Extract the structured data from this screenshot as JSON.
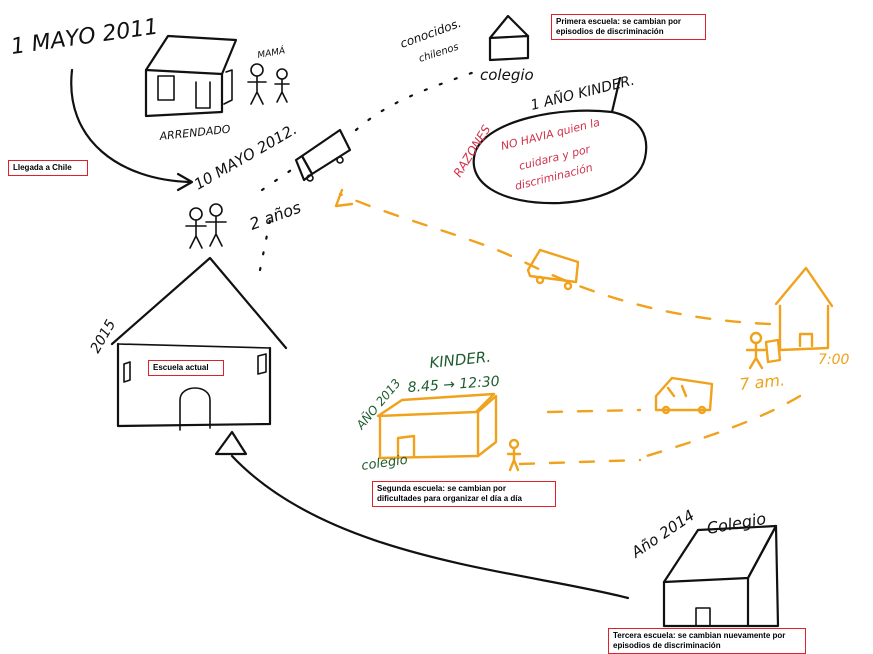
{
  "labels": {
    "llegada": "Llegada a Chile",
    "primera": "Primera escuela: se cambian por\nepisodios de discriminación",
    "segunda": "Segunda escuela: se cambian por\ndificultades para organizar el día a día",
    "tercera": "Tercera escuela: se cambian nuevamente por\nepisodios de discriminación",
    "actual": "Escuela actual"
  },
  "handwriting": {
    "fecha_llegada": "1 MAYO 2011",
    "mama": "MAMÁ",
    "arrendado": "ARRENDADO",
    "fecha_mudanza": "10 MAYO 2012.",
    "dos_anos": "2 años",
    "conocidos_1": "conocidos.",
    "conocidos_2": "chilenos",
    "colegio_1": "colegio",
    "un_ano_kinder": "1 AÑO KINDER.",
    "razones": "RAZONES",
    "bubble_1": "NO HAVIA quien la",
    "bubble_2": "cuidara y por",
    "bubble_3": "discriminación",
    "anio_2015": "2015",
    "anio_2013": "AÑO 2013",
    "kinder": "KINDER.",
    "horario": "8.45 → 12:30",
    "colegio_2": "colegio",
    "hora_7am": "7 am.",
    "hora_700": "7:00",
    "anio_2014": "Año 2014",
    "colegio_3": "Colegio"
  }
}
